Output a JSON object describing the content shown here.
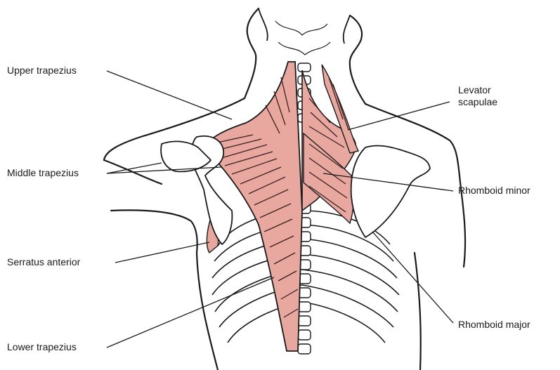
{
  "labels": {
    "upper_trapezius": "Upper trapezius",
    "middle_trapezius": "Middle trapezius",
    "serratus_anterior": "Serratus anterior",
    "lower_trapezius": "Lower trapezius",
    "levator_scapulae_line1": "Levator",
    "levator_scapulae_line2": "scapulae",
    "rhomboid_minor": "Rhomboid minor",
    "rhomboid_major": "Rhomboid major"
  },
  "colors": {
    "muscle_fill": "#e8a8a0",
    "muscle_fiber": "#3a2020",
    "outline": "#1a1a1a",
    "background": "#ffffff"
  }
}
